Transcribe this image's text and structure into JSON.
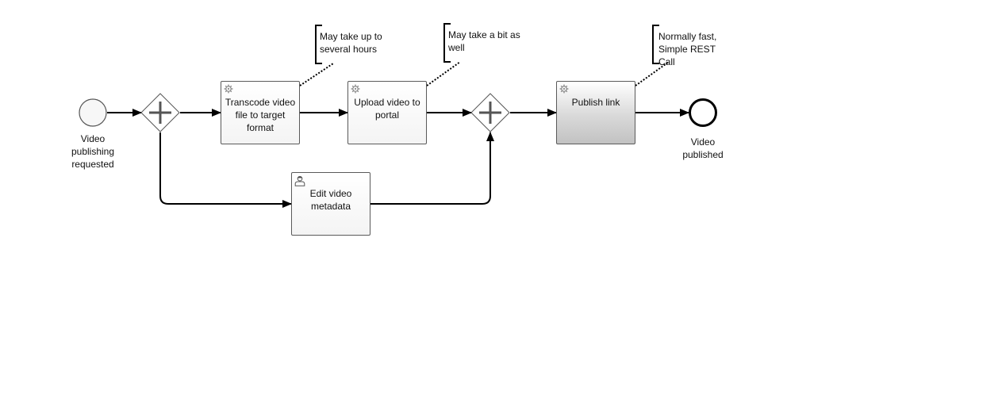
{
  "start_event": {
    "label": "Video\npublishing\nrequested"
  },
  "end_event": {
    "label": "Video\npublished"
  },
  "tasks": {
    "transcode": {
      "label": "Transcode video\nfile to target\nformat",
      "icon": "gear-icon"
    },
    "upload": {
      "label": "Upload video to\nportal",
      "icon": "gear-icon"
    },
    "publish": {
      "label": "Publish link",
      "icon": "gear-icon"
    },
    "edit_metadata": {
      "label": "Edit video\nmetadata",
      "icon": "user-icon"
    }
  },
  "annotations": {
    "transcode_note": "May take up to\nseveral hours",
    "upload_note": "May take a bit as\nwell",
    "publish_note": "Normally fast,\nSimple REST\nCall"
  },
  "colors": {
    "stroke": "#000000",
    "task_border": "#5a5a5a",
    "selected_fill": "#c2c2c2"
  }
}
